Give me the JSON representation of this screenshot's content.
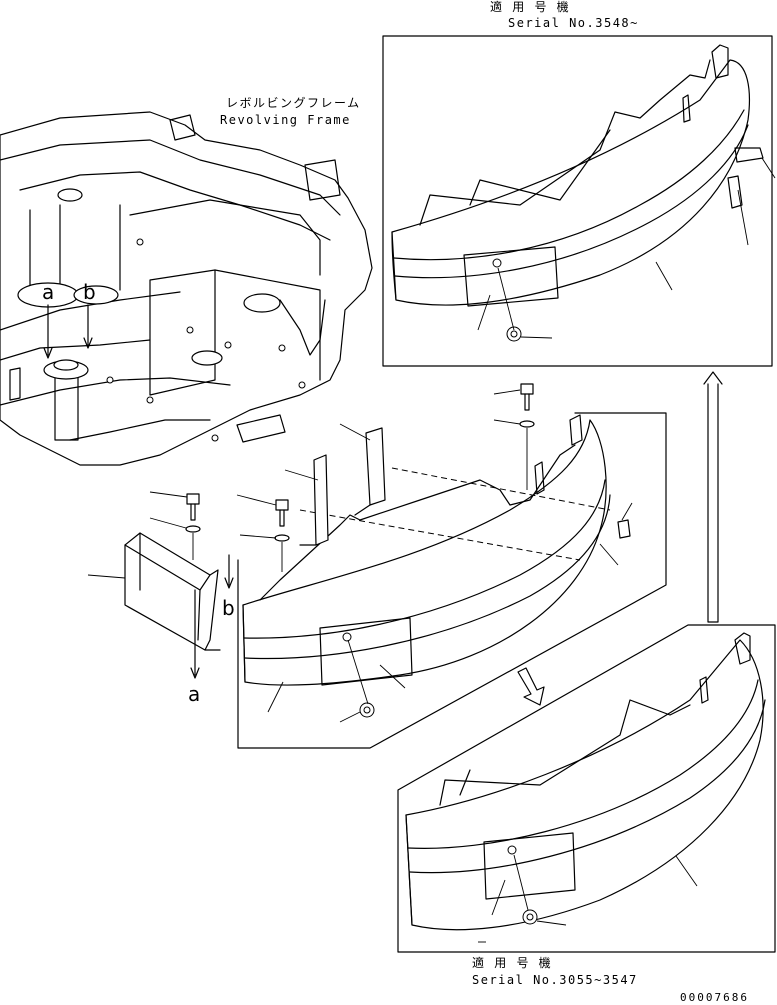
{
  "labels": {
    "top_applicable": "適 用 号 機",
    "top_serial": "Serial No.3548~",
    "frame_jp": "レボルビングフレーム",
    "frame_en": "Revolving Frame",
    "bottom_applicable": "適 用 号 機",
    "bottom_serial": "Serial No.3055~3547",
    "drawing_number": "00007686"
  },
  "callouts": {
    "a_upper": "a",
    "b_upper": "b",
    "b_lower": "b",
    "a_lower": "a"
  },
  "colors": {
    "line": "#000000",
    "background": "#ffffff"
  }
}
